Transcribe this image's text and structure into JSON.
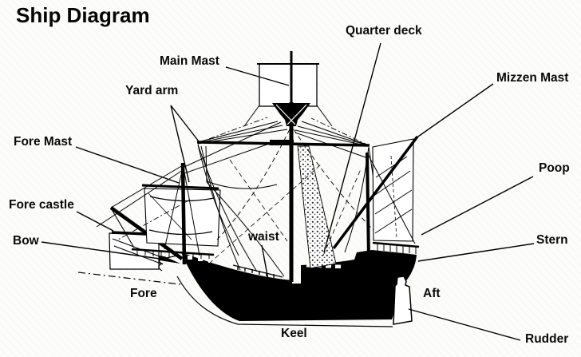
{
  "title": "Ship Diagram",
  "colors": {
    "ink": "#000000",
    "paper": "#fcfcfa"
  },
  "diagram": {
    "type": "labeled-ship-side-view",
    "labels": {
      "main_mast": {
        "text": "Main Mast"
      },
      "quarter_deck": {
        "text": "Quarter deck"
      },
      "mizzen_mast": {
        "text": "Mizzen Mast"
      },
      "yard_arm": {
        "text": "Yard arm"
      },
      "fore_mast": {
        "text": "Fore Mast"
      },
      "poop": {
        "text": "Poop"
      },
      "fore_castle": {
        "text": "Fore castle"
      },
      "bow": {
        "text": "Bow"
      },
      "stern": {
        "text": "Stern"
      },
      "waist": {
        "text": "waist"
      },
      "fore": {
        "text": "Fore"
      },
      "aft": {
        "text": "Aft"
      },
      "keel": {
        "text": "Keel"
      },
      "rudder": {
        "text": "Rudder"
      }
    }
  }
}
